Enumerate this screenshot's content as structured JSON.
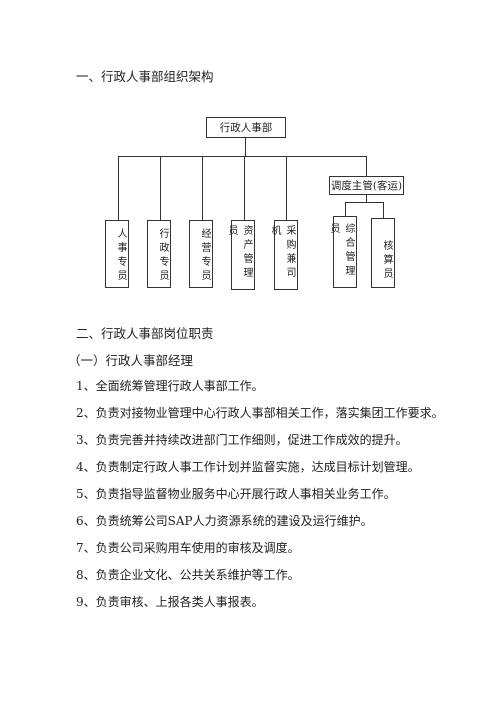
{
  "section1_title": "一、行政人事部组织架构",
  "org": {
    "root": "行政人事部",
    "dispatcher": "调度主管(客运)",
    "roles": [
      "人事专员",
      "行政专员",
      "经营专员",
      "资产管理员",
      "采购兼司机"
    ],
    "dispatcher_roles": [
      "综合管理员",
      "核算员"
    ]
  },
  "section2_title": "二、行政人事部岗位职责",
  "subsection_title": "（一）行政人事部经理",
  "duties": [
    "1、全面统筹管理行政人事部工作。",
    "2、负责对接物业管理中心行政人事部相关工作，落实集团工作要求。",
    "3、负责完善并持续改进部门工作细则，促进工作成效的提升。",
    "4、负责制定行政人事工作计划并监督实施，达成目标计划管理。",
    "5、负责指导监督物业服务中心开展行政人事相关业务工作。",
    "6、负责统筹公司SAP人力资源系统的建设及运行维护。",
    "7、负责公司采购用车使用的审核及调度。",
    "8、负责企业文化、公共关系维护等工作。",
    "9、负责审核、上报各类人事报表。"
  ]
}
